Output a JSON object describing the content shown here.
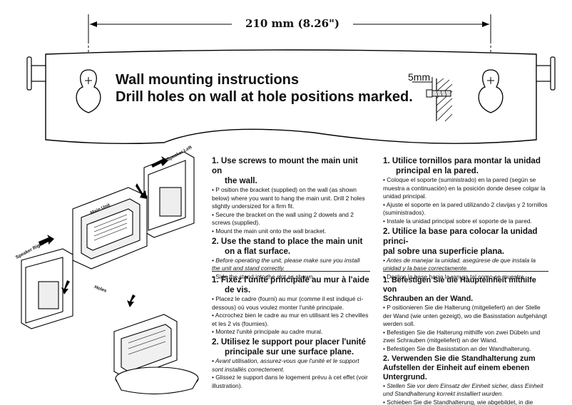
{
  "template": {
    "dimension": "210 mm (8.26\")",
    "title_line1": "Wall mounting instructions",
    "title_line2": "Drill holes on wall at hole positions marked.",
    "screw_size": "5mm"
  },
  "illustration": {
    "speaker_left": "Speaker Left",
    "speaker_right": "Speaker Right",
    "main_unit": "Main Unit",
    "holes": "Holes"
  },
  "english": {
    "h1_a": "1. Use screws to mount the main unit on",
    "h1_b": "the wall.",
    "p1": "• P     osition the bracket (supplied) on the wall (as shown below) where you want to hang the main unit. Drill 2 holes slightly undersized for a firm fit.",
    "p2": "• Secure the bracket on the wall using 2 dowels and 2 screws (supplied).",
    "p3": "• Mount the main unit onto the wall bracket.",
    "h2_a": "2. Use the stand to place the main unit",
    "h2_b": "on a flat surface.",
    "p4": "• Before operating the unit, please make sure you install the unit and stand correctly.",
    "p5": "• Side the stand into the slot as shown."
  },
  "french": {
    "h1_a": "1. Fixez l'unité principale au mur à l'aide",
    "h1_b": "de vis.",
    "p1": "• Placez le cadre (fourni) au mur (comme il est indiqué ci-dessous) où vous voulez monter l'unité principale.",
    "p2": "• Accrochez bien le cadre au mur en utilisant les 2 chevilles et les 2 vis (fournies).",
    "p3": "• Montez l'unité principale au cadre mural.",
    "h2_a": "2. Utilisez le support pour placer l'unité",
    "h2_b": "principale sur une surface plane.",
    "p4": "•    Avant utilisation, assurez-vous que l'unité et le support sont installés correctement.",
    "p5": "• Glissez le support dans le logement prévu à cet effet (voir illustration)."
  },
  "spanish": {
    "h1_a": "1. Utilice tornillos para montar la unidad",
    "h1_b": "principal en la pared.",
    "p1": "• Coloque el soporte (suministrado) en la pared (según se muestra a continuación) en la posición donde desee colgar la unidad principal.",
    "p2": "• Ajuste el soporte en la pared utilizando 2 clavijas y 2 tornillos (suministrados).",
    "p3": "• Instale la unidad principal sobre el soporte de la pared.",
    "h2_a": "2. Utilice la base para colocar la unidad princi-",
    "h2_b": "pal sobre una superficie plana.",
    "p4": "• Antes de manejar la unidad, asegúrese de que instala la unidad y la base correctamente.",
    "p5": "• Deslice la base hacia la ranura tal como se muestra."
  },
  "german": {
    "h1_a": "1. Befestigen Sie die Haupteinheit mithilfe von",
    "h1_b": "Schrauben an der Wand.",
    "p1": "•    P     ositionieren Sie die Halterung (mitgeliefert) an der Stelle der Wand (wie unten gezeigt), wo die Basisstation aufgehängt werden soll.",
    "p2": "• Befestigen Sie die Halterung mithilfe von zwei Dübeln und zwei Schrauben (mitgeliefert) an der Wand.",
    "p3": "• Befestigen Sie die Basisstation an der Wandhalterung.",
    "h2_a": "2. Verwenden Sie die Standhalterung zum",
    "h2_b": "Aufstellen der Einheit auf einem ebenen",
    "h2_c": "Untergrund.",
    "p4": "• Stellen Sie vor dem Einsatz der Einheit sicher, dass Einheit und Standhalterung korrekt installiert wurden.",
    "p5": "• Schieben Sie die Standhalterung, wie abgebildet, in die Öffnung."
  }
}
